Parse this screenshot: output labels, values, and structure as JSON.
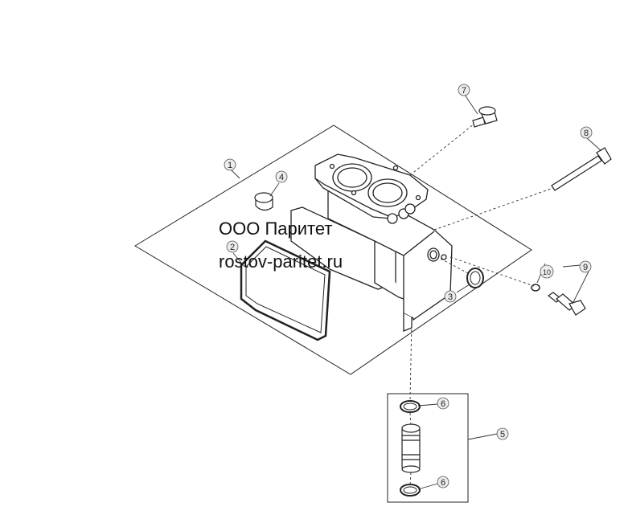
{
  "watermark": {
    "company": "ООО Паритет",
    "site": "rostov-paritet.ru"
  },
  "callouts": [
    {
      "id": "c1",
      "label": "1"
    },
    {
      "id": "c2",
      "label": "2"
    },
    {
      "id": "c3",
      "label": "3"
    },
    {
      "id": "c4",
      "label": "4"
    },
    {
      "id": "c5",
      "label": "5"
    },
    {
      "id": "c6a",
      "label": "6"
    },
    {
      "id": "c6b",
      "label": "6"
    },
    {
      "id": "c7",
      "label": "7"
    },
    {
      "id": "c8",
      "label": "8"
    },
    {
      "id": "c9",
      "label": "9"
    },
    {
      "id": "c10",
      "label": "10"
    }
  ]
}
